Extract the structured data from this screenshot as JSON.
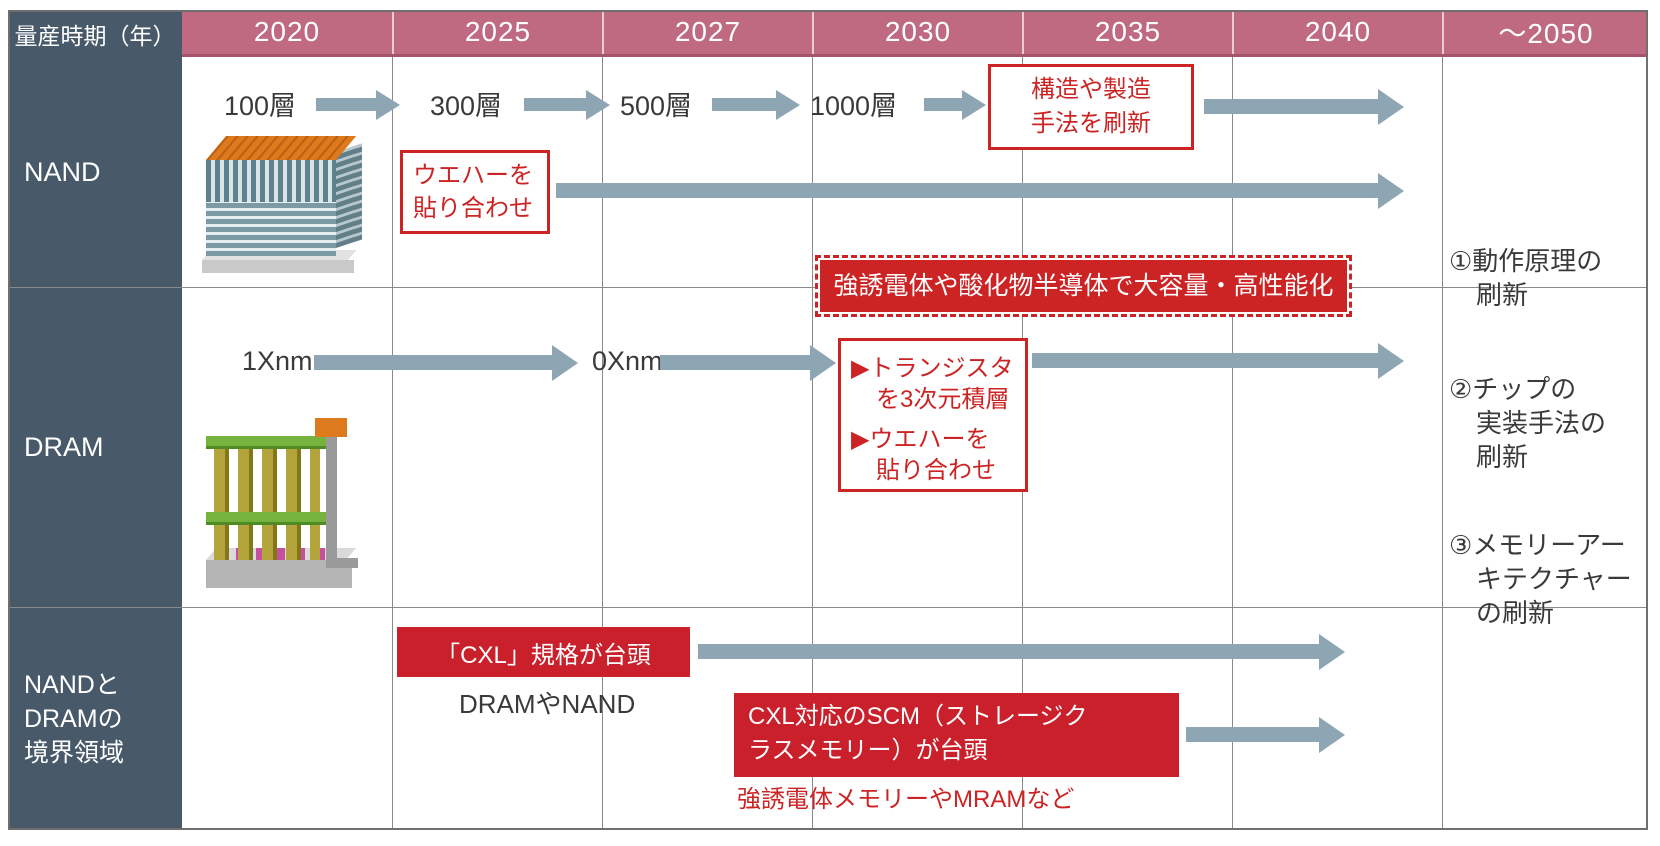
{
  "header": {
    "row_label": "量産時期（年）",
    "years": [
      "2020",
      "2025",
      "2027",
      "2030",
      "2035",
      "2040",
      "～2050"
    ]
  },
  "nand": {
    "label": "NAND",
    "milestones": [
      "100層",
      "300層",
      "500層",
      "1000層"
    ],
    "refresh_box": {
      "line1": "構造や製造",
      "line2": "手法を刷新"
    },
    "wafer_box": {
      "line1": "ウエハーを",
      "line2": "貼り合わせ"
    }
  },
  "banner": {
    "text": "強誘電体や酸化物半導体で大容量・高性能化"
  },
  "dram": {
    "label": "DRAM",
    "node_start": "1Xnm",
    "node_mid": "0Xnm",
    "stack_box": {
      "l1": "▶トランジスタ",
      "l2": "を3次元積層",
      "l3": "▶ウエハーを",
      "l4": "貼り合わせ"
    }
  },
  "boundary": {
    "label_line1": "NANDと",
    "label_line2": "DRAMの",
    "label_line3": "境界領域",
    "cxl_box": "「CXL」規格が台頭",
    "cxl_note": "DRAMやNAND",
    "scm_box": {
      "line1": "CXL対応のSCM（ストレージク",
      "line2": "ラスメモリー）が台頭"
    },
    "scm_note": "強誘電体メモリーやMRAMなど"
  },
  "goals": {
    "g1": {
      "line1": "①動作原理の",
      "line2": "刷新"
    },
    "g2": {
      "line1": "②チップの",
      "line2": "実装手法の",
      "line3": "刷新"
    },
    "g3": {
      "line1": "③メモリーアー",
      "line2": "キテクチャー",
      "line3": "の刷新"
    }
  },
  "colors": {
    "header_pink": "#c06a82",
    "header_pink_dark": "#a7536d",
    "label_teal": "#48596a",
    "accent_red": "#cc2424",
    "red_deep": "#c9202c",
    "arrow_blue": "#8ea5b4",
    "grid_gray": "#8a8a8a",
    "text_dark": "#3a3a3a"
  }
}
